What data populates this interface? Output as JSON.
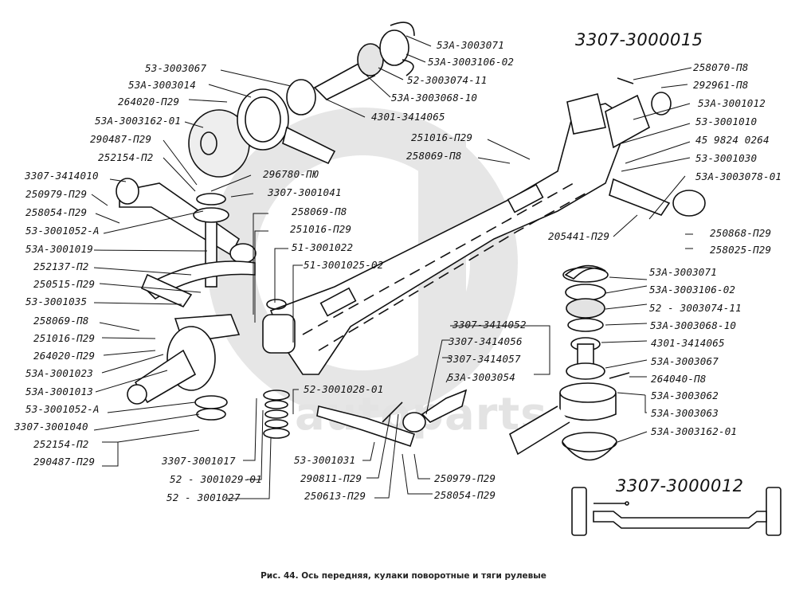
{
  "assemblies": {
    "main": "3307-3000015",
    "axle": "3307-3000012"
  },
  "caption": "Рис. 44. Ось передняя, кулаки поворотные и тяги рулевые",
  "watermark": "autoparts",
  "colors": {
    "ink": "#111111",
    "watermark": "#e3e3e3",
    "background": "#ffffff"
  },
  "labels": {
    "left": [
      "53-3003067",
      "53А-3003014",
      "264020-П29",
      "53А-3003162-01",
      "290487-П29",
      "252154-П2",
      "3307-3414010",
      "250979-П29",
      "258054-П29",
      "53-3001052-А",
      "53А-3001019",
      "252137-П2",
      "250515-П29",
      "53-3001035",
      "258069-П8",
      "251016-П29",
      "264020-П29",
      "53А-3001023",
      "53А-3001013",
      "53-3001052-А",
      "3307-3001040",
      "252154-П2",
      "290487-П29"
    ],
    "top_center": [
      "53А-3003071",
      "53А-3003106-02",
      "52-3003074-11",
      "53А-3003068-10",
      "4301-3414065"
    ],
    "center": [
      "296780-ПЮ",
      "3307-3001041",
      "258069-П8",
      "251016-П29",
      "51-3001022",
      "51-3001025-02"
    ],
    "center_top_right": [
      "251016-П29",
      "258069-П8"
    ],
    "top_right": [
      "258070-П8",
      "292961-П8",
      "53А-3001012",
      "53-3001010",
      "45 9824 0264",
      "53-3001030",
      "53А-3003078-01"
    ],
    "right_mid": [
      "205441-П29",
      "250868-П29",
      "258025-П29"
    ],
    "right_stack": [
      "53А-3003071",
      "53А-3003106-02",
      "52 - 3003074-11",
      "53А-3003068-10",
      "4301-3414065",
      "53А-3003067",
      "264040-П8",
      "53А-3003062",
      "53А-3003063",
      "53А-3003162-01"
    ],
    "bottom_center": [
      "3307-3414052",
      "3307-3414056",
      "3307-3414057",
      "53А-3003054",
      "52-3001028-01",
      "3307-3001017",
      "52 - 3001029-01",
      "52 - 3001027",
      "53-3001031",
      "290811-П29",
      "250613-П29",
      "250979-П29",
      "258054-П29"
    ]
  }
}
